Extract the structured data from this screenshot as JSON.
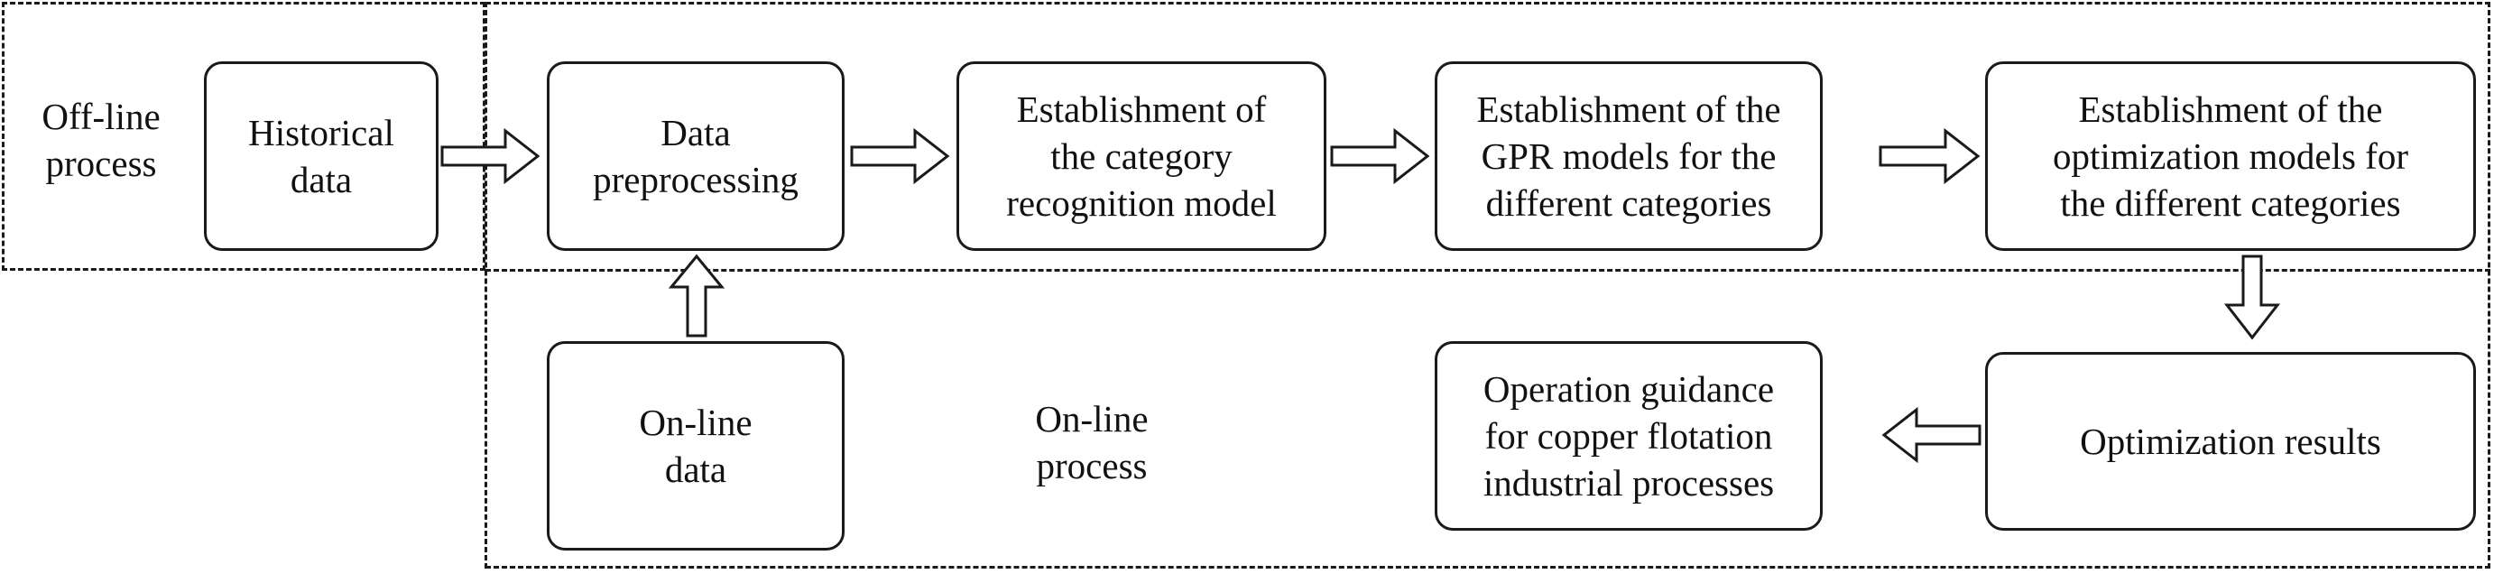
{
  "regions": {
    "offline_label": "Off-line\nprocess",
    "online_label": "On-line\nprocess"
  },
  "boxes": {
    "historical_data": "Historical\ndata",
    "data_preprocessing": "Data\npreprocessing",
    "category_recognition": "Establishment of\nthe category\nrecognition model",
    "gpr_models": "Establishment of the\nGPR models for the\ndifferent categories",
    "optimization_models": "Establishment of the\noptimization models for\nthe different categories",
    "online_data": "On-line\ndata",
    "operation_guidance": "Operation guidance\nfor copper flotation\nindustrial processes",
    "optimization_results": "Optimization results"
  },
  "colors": {
    "stroke": "#1a1a1a",
    "background": "#ffffff",
    "text": "#111111"
  }
}
